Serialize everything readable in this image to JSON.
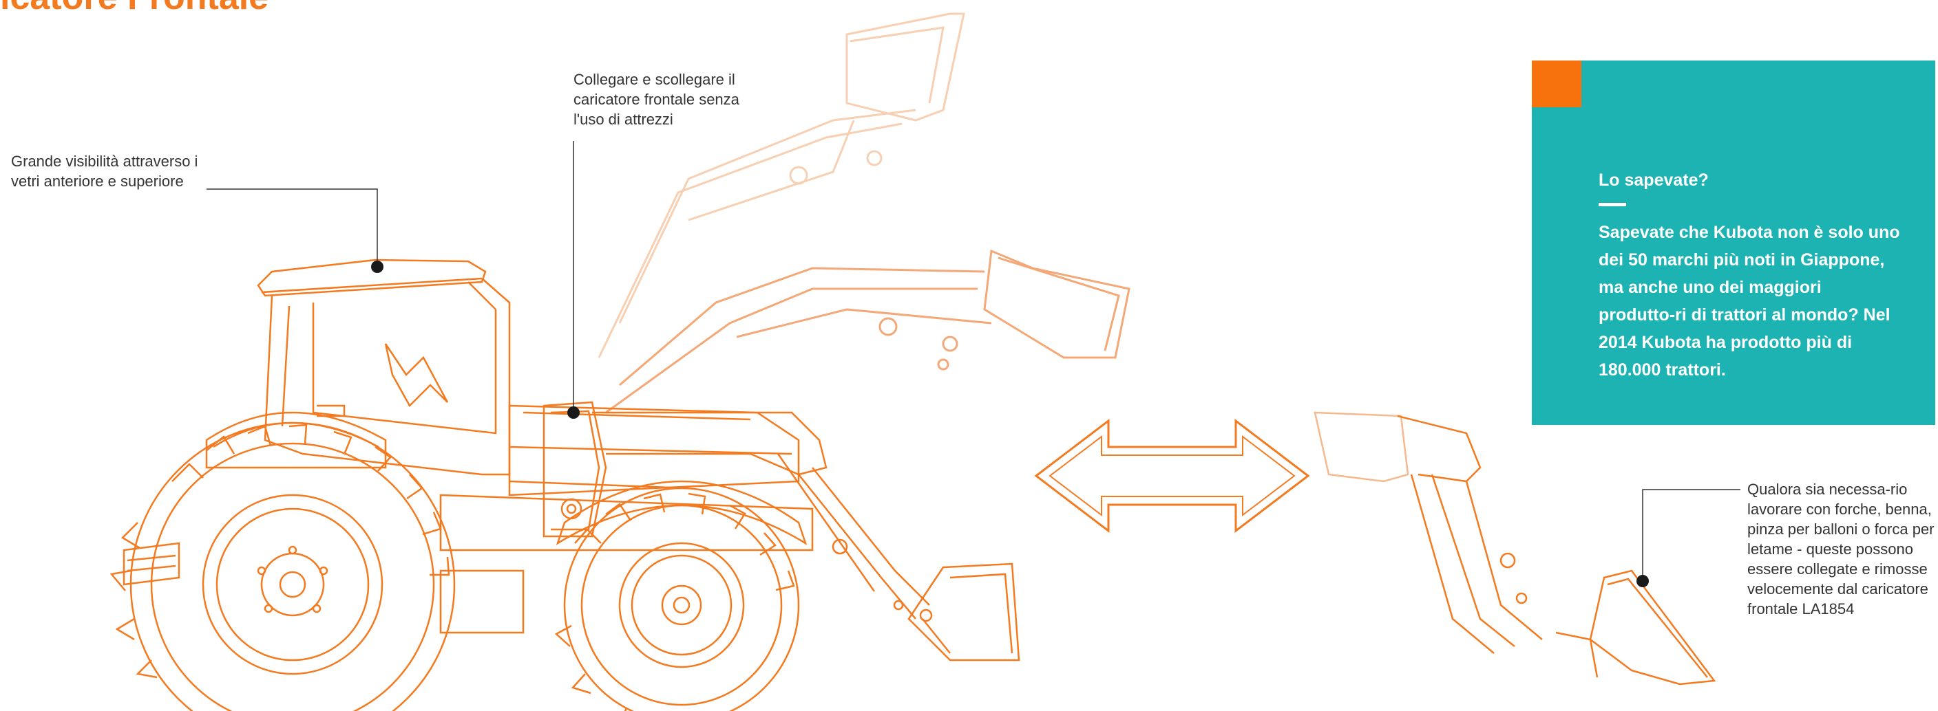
{
  "header": {
    "title": "icatore Frontale"
  },
  "annotations": {
    "visibility": "Grande visibilità attraverso i vetri anteriore e superiore",
    "attach": "Collegare e scollegare il caricatore frontale senza l'uso di attrezzi",
    "tools": "Qualora sia necessa-rio lavorare con forche, benna, pinza per balloni o forca per letame - queste possono essere collegate e rimosse velocemente dal caricatore frontale LA1854"
  },
  "info_box": {
    "title": "Lo sapevate?",
    "body": "Sapevate che Kubota non è solo uno dei 50 marchi più noti in Giappone, ma anche uno dei maggiori produtto-ri di trattori al mondo? Nel 2014 Kubota ha prodotto più di 180.000 trattori."
  },
  "icons": {
    "tractor": "tractor-line-drawing-icon",
    "arrow": "double-arrow-icon",
    "loader": "front-loader-arm-icon"
  },
  "colors": {
    "line_art": "#f47a20",
    "line_faded": "#f6b98f",
    "box_bg": "#1cb3b2",
    "box_accent": "#f7720d",
    "text": "#333333"
  }
}
